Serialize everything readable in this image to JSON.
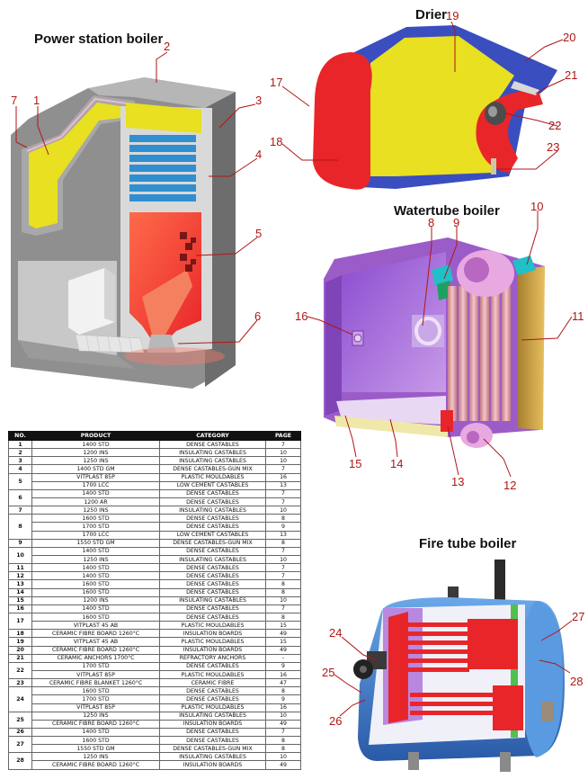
{
  "titles": {
    "power": "Power station boiler",
    "drier": "Drier",
    "watertube": "Watertube boiler",
    "firetube": "Fire tube boiler"
  },
  "callouts": [
    "1",
    "2",
    "3",
    "4",
    "5",
    "6",
    "7",
    "8",
    "9",
    "10",
    "11",
    "12",
    "13",
    "14",
    "15",
    "16",
    "17",
    "18",
    "19",
    "20",
    "21",
    "22",
    "23",
    "24",
    "25",
    "26",
    "27",
    "28"
  ],
  "table": {
    "headers": [
      "NO.",
      "PRODUCT",
      "CATEGORY",
      "PAGE"
    ],
    "rows": [
      {
        "no": "1",
        "product": "1400 STD",
        "category": "DENSE CASTABLES",
        "page": "7",
        "span": 1
      },
      {
        "no": "2",
        "product": "1200 INS",
        "category": "INSULATING CASTABLES",
        "page": "10",
        "span": 1
      },
      {
        "no": "3",
        "product": "1250 INS",
        "category": "INSULATING CASTABLES",
        "page": "10",
        "span": 1
      },
      {
        "no": "4",
        "product": "1400 STD GM",
        "category": "DENSE CASTABLES-GUN MIX",
        "page": "7",
        "span": 1
      },
      {
        "no": "5",
        "product": "VITPLAST 85P",
        "category": "PLASTIC MOULDABLES",
        "page": "16",
        "span": 2
      },
      {
        "no": "",
        "product": "1700 LCC",
        "category": "LOW CEMENT CASTABLES",
        "page": "13",
        "span": 0
      },
      {
        "no": "6",
        "product": "1400 STD",
        "category": "DENSE CASTABLES",
        "page": "7",
        "span": 2
      },
      {
        "no": "",
        "product": "1200 AR",
        "category": "DENSE CASTABLES",
        "page": "7",
        "span": 0
      },
      {
        "no": "7",
        "product": "1250 INS",
        "category": "INSULATING CASTABLES",
        "page": "10",
        "span": 1
      },
      {
        "no": "8",
        "product": "1600 STD",
        "category": "DENSE CASTABLES",
        "page": "8",
        "span": 3
      },
      {
        "no": "",
        "product": "1700 STD",
        "category": "DENSE CASTABLES",
        "page": "9",
        "span": 0
      },
      {
        "no": "",
        "product": "1700 LCC",
        "category": "LOW CEMENT CASTABLES",
        "page": "13",
        "span": 0
      },
      {
        "no": "9",
        "product": "1550 STD GM",
        "category": "DENSE CASTABLES-GUN MIX",
        "page": "8",
        "span": 1
      },
      {
        "no": "10",
        "product": "1400 STD",
        "category": "DENSE CASTABLES",
        "page": "7",
        "span": 2
      },
      {
        "no": "",
        "product": "1250 INS",
        "category": "INSULATING CASTABLES",
        "page": "10",
        "span": 0
      },
      {
        "no": "11",
        "product": "1400 STD",
        "category": "DENSE CASTABLES",
        "page": "7",
        "span": 1
      },
      {
        "no": "12",
        "product": "1400 STD",
        "category": "DENSE CASTABLES",
        "page": "7",
        "span": 1
      },
      {
        "no": "13",
        "product": "1600 STD",
        "category": "DENSE CASTABLES",
        "page": "8",
        "span": 1
      },
      {
        "no": "14",
        "product": "1600 STD",
        "category": "DENSE CASTABLES",
        "page": "8",
        "span": 1
      },
      {
        "no": "15",
        "product": "1200 INS",
        "category": "INSULATING CASTABLES",
        "page": "10",
        "span": 1
      },
      {
        "no": "16",
        "product": "1400 STD",
        "category": "DENSE CASTABLES",
        "page": "7",
        "span": 1
      },
      {
        "no": "17",
        "product": "1600 STD",
        "category": "DENSE CASTABLES",
        "page": "8",
        "span": 2
      },
      {
        "no": "",
        "product": "VITPLAST 45 AB",
        "category": "PLASTIC MOULDABLES",
        "page": "15",
        "span": 0
      },
      {
        "no": "18",
        "product": "CERAMIC FIBRE BOARD 1260°C",
        "category": "INSULATION BOARDS",
        "page": "49",
        "span": 1
      },
      {
        "no": "19",
        "product": "VITPLAST 45 AB",
        "category": "PLASTIC MOULDABLES",
        "page": "15",
        "span": 1
      },
      {
        "no": "20",
        "product": "CERAMIC FIBRE BOARD 1260°C",
        "category": "INSULATION BOARDS",
        "page": "49",
        "span": 1
      },
      {
        "no": "21",
        "product": "CERAMIC ANCHORS 1700°C",
        "category": "REFRACTORY ANCHORS",
        "page": "-",
        "span": 1
      },
      {
        "no": "22",
        "product": "1700 STD",
        "category": "DENSE CASTABLES",
        "page": "9",
        "span": 2
      },
      {
        "no": "",
        "product": "VITPLAST 85P",
        "category": "PLASTIC MOULDABLES",
        "page": "16",
        "span": 0
      },
      {
        "no": "23",
        "product": "CERAMIC FIBRE BLANKET 1260°C",
        "category": "CERAMIC FIBRE",
        "page": "47",
        "span": 1
      },
      {
        "no": "24",
        "product": "1600 STD",
        "category": "DENSE CASTABLES",
        "page": "8",
        "span": 3
      },
      {
        "no": "",
        "product": "1700 STD",
        "category": "DENSE CASTABLES",
        "page": "9",
        "span": 0
      },
      {
        "no": "",
        "product": "VITPLAST 85P",
        "category": "PLASTIC MOULDABLES",
        "page": "16",
        "span": 0
      },
      {
        "no": "25",
        "product": "1250 INS",
        "category": "INSULATING CASTABLES",
        "page": "10",
        "span": 2
      },
      {
        "no": "",
        "product": "CERAMIC FIBRE BOARD 1260°C",
        "category": "INSULATION BOARDS",
        "page": "49",
        "span": 0
      },
      {
        "no": "26",
        "product": "1400 STD",
        "category": "DENSE CASTABLES",
        "page": "7",
        "span": 1
      },
      {
        "no": "27",
        "product": "1600 STD",
        "category": "DENSE CASTABLES",
        "page": "8",
        "span": 2
      },
      {
        "no": "",
        "product": "1550 STD GM",
        "category": "DENSE CASTABLES-GUN MIX",
        "page": "8",
        "span": 0
      },
      {
        "no": "28",
        "product": "1250 INS",
        "category": "INSULATING CASTABLES",
        "page": "10",
        "span": 2
      },
      {
        "no": "",
        "product": "CERAMIC FIBRE BOARD 1260°C",
        "category": "INSULATION BOARDS",
        "page": "49",
        "span": 0
      }
    ]
  },
  "colors": {
    "callout": "#b01616",
    "concrete": "#8c8c8c",
    "insulation_yellow": "#e8e020",
    "dense_red": "#e8262a",
    "fibre_blue": "#3a4ec0",
    "tubes_blue": "#2f8fd0",
    "watertube_purple": "#a264d8"
  }
}
